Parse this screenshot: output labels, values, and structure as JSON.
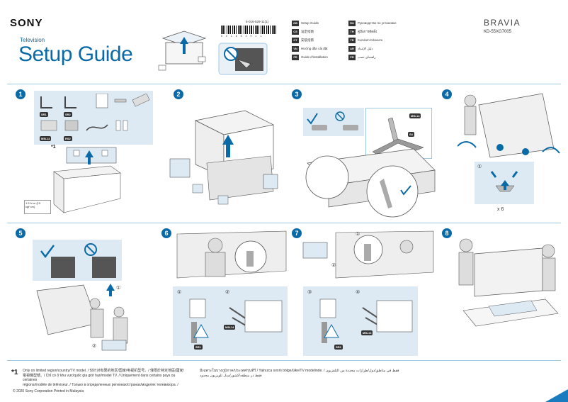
{
  "header": {
    "brand": "SONY",
    "subtitle": "Television",
    "title": "Setup Guide",
    "part_number": "5-016-529-11(1)",
    "barcode_digits": "5 0 1 6 5 2 9 1 1",
    "bravia": "BRAVIA",
    "model": "KD-55XG7005"
  },
  "languages": [
    {
      "code": "GB",
      "name": "Setup Guide"
    },
    {
      "code": "RU",
      "name": "Руководство по установке"
    },
    {
      "code": "CS",
      "name": "设定指南"
    },
    {
      "code": "TH",
      "name": "คู่มือการติดตั้ง"
    },
    {
      "code": "CT",
      "name": "安裝指南"
    },
    {
      "code": "TR",
      "name": "Kurulum Kılavuzu"
    },
    {
      "code": "VN",
      "name": "Hướng dẫn cài đặt"
    },
    {
      "code": "AR",
      "name": "دليل الإعداد"
    },
    {
      "code": "FR",
      "name": "Guide d'installation"
    },
    {
      "code": "PR",
      "name": "راهنمای نصب"
    }
  ],
  "steps": {
    "s1": "1",
    "s2": "2",
    "s3": "3",
    "s4": "4",
    "s5": "5",
    "s6": "6",
    "s7": "7",
    "s8": "8"
  },
  "step1": {
    "tags": [
      "SR1",
      "SR2",
      "",
      "M5L14",
      "RS2",
      ""
    ],
    "star": "*1",
    "screw_note": "1.5 N·m {15 kgf·cm}"
  },
  "step3": {
    "tag_a": "M5L14",
    "tag_b": "S4"
  },
  "step4": {
    "circle": "①",
    "count": "x 6"
  },
  "step5": {
    "circle1": "①",
    "circle2": "②"
  },
  "step6": {
    "c1": "①",
    "c2": "②",
    "tag_a": "SR1",
    "tag_b": "M5L14"
  },
  "step7": {
    "c1": "①",
    "c2": "②",
    "c3": "③",
    "c4": "④",
    "tag_a": "SR2",
    "tag_b": "M5L14"
  },
  "footer": {
    "note_mark": "*1",
    "note_left_1": "Only on limited region/country/TV model. / 仅针对有限的地区/国家/电视机型号。/ 僅限於特定地區/國家/",
    "note_left_2": "電視機型號。/ Chỉ có ở khu vực/quốc gia giới hạn/model TV. / Uniquement dans certains pays ou certaines",
    "note_left_3": "régions/modèle de téléviseur. / Только в определенных регионах/странах/моделях телевизора. /",
    "note_right_1": "มีเฉพาะในบางภูมิภาค/ประเทศ/รุ่นทีวี / Yalnızca sınırlı bölge/ülke/TV modelinde. / فقط في مناطق/دول/طرازات محددة من التلفزيون",
    "note_right_2": "فقط در منطقه/کشور/مدل تلویزیون محدود",
    "copyright": "© 2020 Sony Corporation   Printed in Malaysia"
  }
}
